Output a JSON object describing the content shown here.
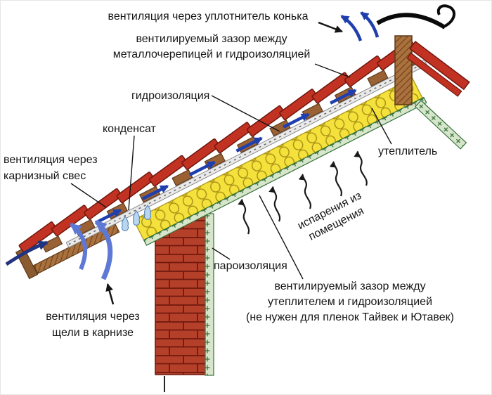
{
  "diagram": {
    "labels": {
      "ridge_vent": {
        "lines": [
          "вентиляция через уплотнитель конька"
        ]
      },
      "gap_tile": {
        "lines": [
          "вентилируемый зазор между",
          "металлочерепицей и гидроизоляцией"
        ]
      },
      "waterproofing": {
        "lines": [
          "гидроизоляция"
        ]
      },
      "condensate": {
        "lines": [
          "конденсат"
        ]
      },
      "eaves_vent": {
        "lines": [
          "вентиляция через",
          "карнизный свес"
        ]
      },
      "insulation": {
        "lines": [
          "утеплитель"
        ]
      },
      "vapors": {
        "lines": [
          "испарения из",
          "помещения"
        ]
      },
      "vapor_barrier": {
        "lines": [
          "пароизоляция"
        ]
      },
      "gap_insulation": {
        "lines": [
          "вентилируемый зазор между",
          "утеплителем и гидроизоляцией",
          "(не нужен для пленок Тайвек и Ютавек)"
        ]
      },
      "cornice_vent": {
        "lines": [
          "вентиляция через",
          "щели в карнизе"
        ]
      }
    },
    "colors": {
      "tile_red": "#c23222",
      "tile_edge": "#70170d",
      "wood_brown": "#a9713d",
      "wood_edge": "#5e3a1c",
      "membrane_gray": "#e9e9e9",
      "insulation_yellow": "#f4e13c",
      "insulation_loop": "#a58d12",
      "barrier_green_bg": "#d7e6cb",
      "barrier_green_line": "#35713a",
      "brick_red": "#b5402a",
      "brick_line": "#70180e",
      "air_blue": "#1f3fae",
      "air_blue_light": "#5e78d6",
      "air_blue_dark": "#21337f",
      "condensate_blue": "#b8d6ef",
      "ink": "#151515"
    }
  }
}
